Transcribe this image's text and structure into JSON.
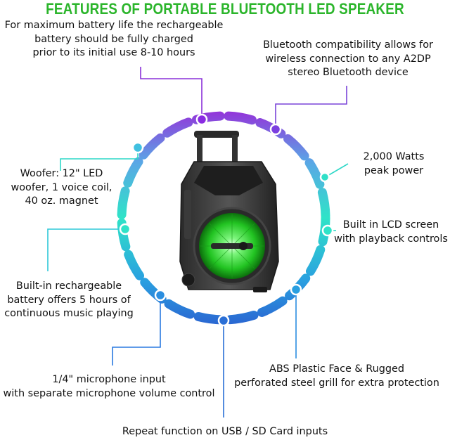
{
  "title": "FEATURES OF PORTABLE BLUETOOTH LED SPEAKER",
  "features": {
    "battery_charge": [
      "For maximum battery life the rechargeable",
      "battery should be fully charged",
      "prior to its initial use 8-10 hours"
    ],
    "bluetooth": [
      "Bluetooth compatibility allows for",
      "wireless connection to any A2DP",
      "stereo Bluetooth device"
    ],
    "power": [
      "2,000 Watts",
      "peak power"
    ],
    "woofer": [
      "Woofer: 12\" LED",
      "woofer, 1 voice coil,",
      "40 oz. magnet"
    ],
    "lcd": [
      "Built in LCD screen",
      "with playback controls"
    ],
    "battery_life": [
      "Built-in rechargeable",
      "battery offers 5 hours of",
      "continuous music playing"
    ],
    "abs": [
      "ABS Plastic Face & Rugged",
      "perforated steel grill for extra protection"
    ],
    "microphone": [
      "1/4\" microphone input",
      "with separate microphone volume control"
    ],
    "repeat": [
      "Repeat function on USB / SD Card inputs"
    ]
  },
  "colors": {
    "title": "#2bb52b",
    "ring_top": "#8a2be2",
    "ring_mid": "#2ee6c8",
    "ring_bottom": "#2a6fd6",
    "led": "#2fd82f"
  },
  "product_image": "portable-speaker-with-green-led-woofer"
}
